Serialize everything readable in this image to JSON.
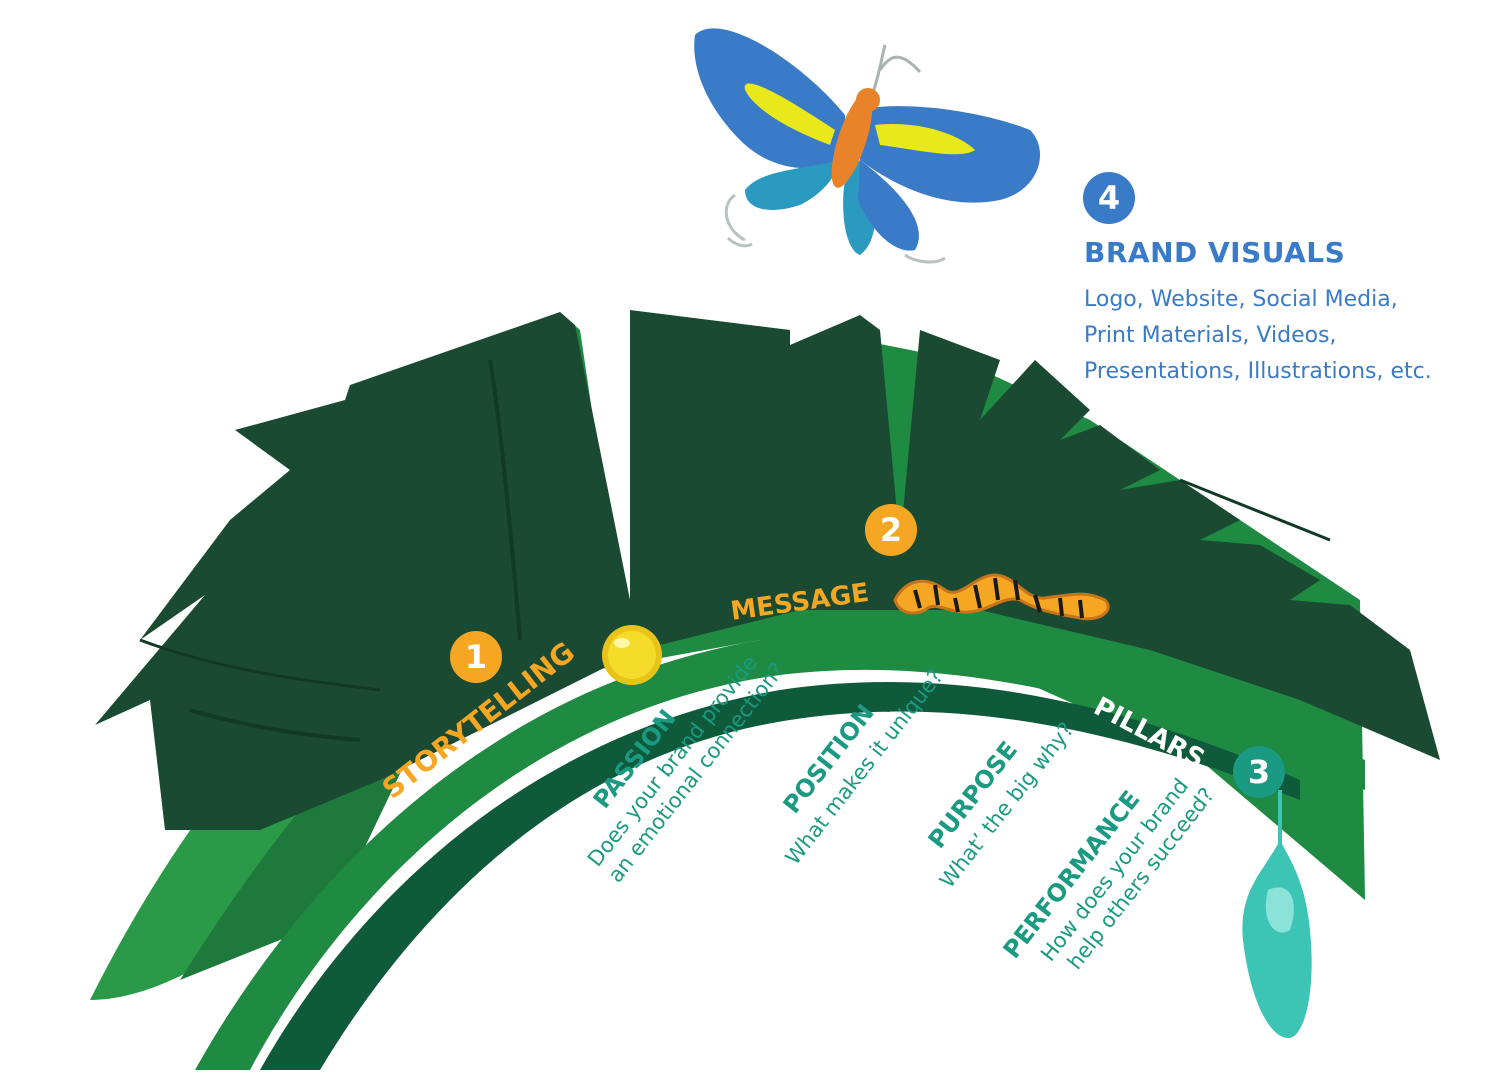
{
  "colors": {
    "leaf_dark": "#1a4a32",
    "leaf_mid": "#1e7a3c",
    "leaf_light": "#2a9a48",
    "stem": "#0e5a3a",
    "gold": "#f5a623",
    "teal": "#1a9a82",
    "blue": "#3a7bc8",
    "cocoon": "#3cc4b4"
  },
  "stages": [
    {
      "number": "1",
      "label": "STORYTELLING"
    },
    {
      "number": "2",
      "label": "MESSAGE"
    },
    {
      "number": "3",
      "label": "PILLARS"
    },
    {
      "number": "4",
      "label": "BRAND VISUALS"
    }
  ],
  "brand_visuals": {
    "lines": [
      "Logo, Website, Social Media,",
      "Print Materials, Videos,",
      "Presentations, Illustrations, etc."
    ]
  },
  "pillars": [
    {
      "title": "PASSION",
      "lines": [
        "Does your brand provide",
        "an emotional connection?"
      ]
    },
    {
      "title": "POSITION",
      "lines": [
        "What makes it unique?"
      ]
    },
    {
      "title": "PURPOSE",
      "lines": [
        "What’ the big why?"
      ]
    },
    {
      "title": "PERFORMANCE",
      "lines": [
        "How does your brand",
        "help others succeed?"
      ]
    }
  ],
  "icons": [
    "butterfly-icon",
    "caterpillar-icon",
    "egg-icon",
    "cocoon-icon",
    "leaf-illustration"
  ]
}
